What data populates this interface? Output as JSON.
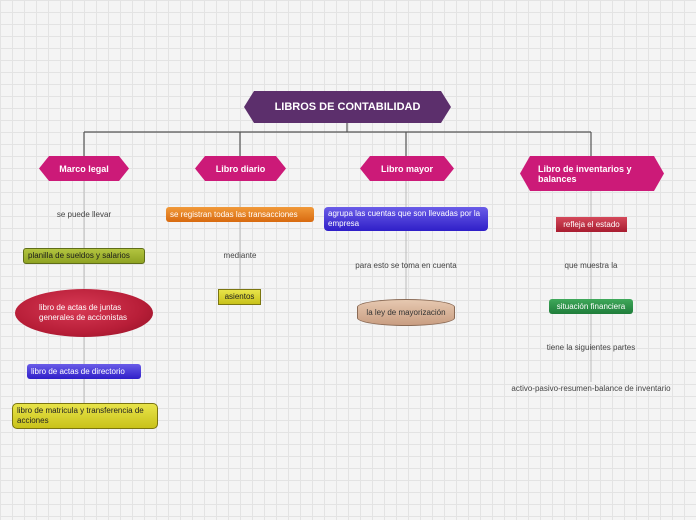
{
  "root": "LIBROS DE CONTABILIDAD",
  "branches": {
    "marco_legal": {
      "title": "Marco legal",
      "link": "se puede llevar",
      "items": [
        "planilla de sueldos y salarios",
        "libro de actas de juntas generales de accionistas",
        "libro de actas de directorio",
        "libro de matricula y transferencia de acciones"
      ]
    },
    "libro_diario": {
      "title": "Libro diario",
      "item1": "se registran todas las transacciones",
      "link": "mediante",
      "item2": "asientos"
    },
    "libro_mayor": {
      "title": "Libro mayor",
      "item1": "agrupa las cuentas que son llevadas por la empresa",
      "link": "para esto se toma en cuenta",
      "item2": "la ley de mayorización"
    },
    "libro_inventarios": {
      "title": "Libro de inventarios y balances",
      "item1": "refleja el estado",
      "link1": "que muestra la",
      "item2": "situación financiera",
      "link2": "tiene la siguientes partes",
      "item3": "activo-pasivo-resumen-balance de inventario"
    }
  },
  "colors": {
    "root": "#5c2f6c",
    "category": "#cc1a78",
    "connector": "#555555"
  }
}
